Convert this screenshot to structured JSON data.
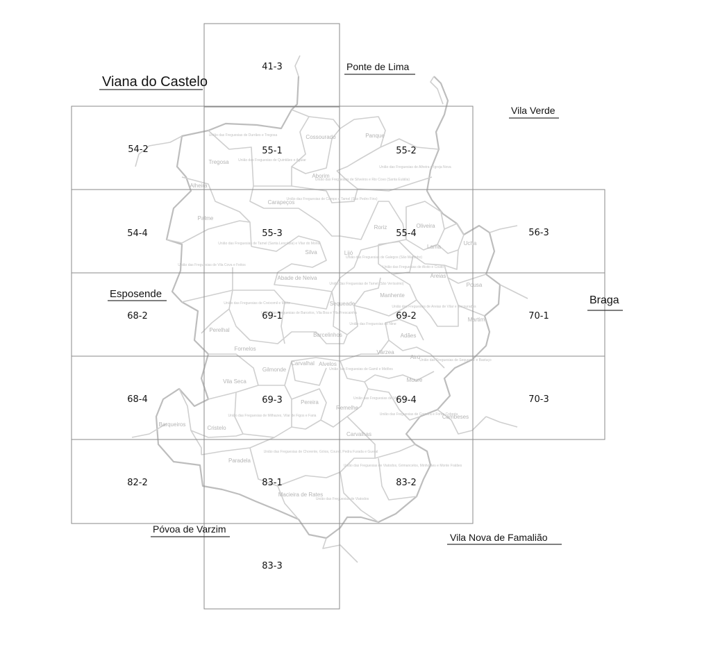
{
  "cities": [
    {
      "label": "Viana do Castelo"
    },
    {
      "label": "Ponte de Lima"
    },
    {
      "label": "Vila Verde"
    },
    {
      "label": "Esposende"
    },
    {
      "label": "Braga"
    },
    {
      "label": "Póvoa de Varzim"
    },
    {
      "label": "Vila Nova de Famalião"
    }
  ],
  "sheets": [
    "41-3",
    "54-2",
    "55-1",
    "55-2",
    "54-4",
    "55-3",
    "55-4",
    "56-3",
    "68-2",
    "69-1",
    "69-2",
    "70-1",
    "68-4",
    "69-3",
    "69-4",
    "70-3",
    "82-2",
    "83-1",
    "83-2",
    "83-3"
  ],
  "parishes": [
    "Cossourado",
    "Panque",
    "Aborim",
    "Tregosa",
    "Alheira",
    "Carapeços",
    "Palme",
    "Oliveira",
    "Roriz",
    "Lama",
    "Ucha",
    "Silva",
    "Lijó",
    "Areias",
    "Pousa",
    "Abade de Neiva",
    "Martim",
    "Perelhal",
    "Manhente",
    "Adães",
    "Fornelos",
    "Várzea",
    "Airó",
    "Vila Seca",
    "Gilmonde",
    "Carvalhal",
    "Alvelos",
    "Moure",
    "Pereira",
    "Remelhe",
    "Barqueiros",
    "Cristelo",
    "Cambeses",
    "Carvalhas",
    "Paradela",
    "Macieira de Rates",
    "Barcelinhos",
    "Sequeade"
  ],
  "small_labels": [
    "União das Freguesias de Durrães e Tregosa",
    "União das Freguesias de Quintiães e Aguiar",
    "União das Freguesias de Alheira e Igreja Nova",
    "União das Freguesias de Milhazes, Vilar de Figos e Faria",
    "União das Freguesias de Vila Cova e Feitos",
    "União das Freguesias de Chorente, Góios, Courel, Pedra Furada e Gueral",
    "União das Freguesias de Creixomil e Mariz",
    "União das Freguesias de Viatodos, Grimancelos, Minhotães e Monte Fralães",
    "União das Freguesias de Campo e Tamel (São Pedro Fins)",
    "União das Freguesias de Tamel (Santa Leocádia) e Vilar do Monte",
    "União das Freguesias de Galegos (São Martinho)",
    "União das Freguesias de Areias de Vilar e Encourados",
    "União das Freguesias de Barcelos, Vila Boa e Vila Frescainha",
    "União das Freguesias de Gamil e Midões",
    "União das Freguesias de Silveiros e Rio Covo (Santa Eulália)",
    "União das Freguesias de Carreira e Fonte Coberta",
    "União das Freguesias de Nine",
    "União das Freguesias de Tamel (São Veríssimo)",
    "União das Freguesias de Sequeade e Bastuço",
    "União das Freguesias de Vila Seca",
    "União das Freguesias de Viatodos",
    "União das Freguesias de Alvito e Couto"
  ]
}
